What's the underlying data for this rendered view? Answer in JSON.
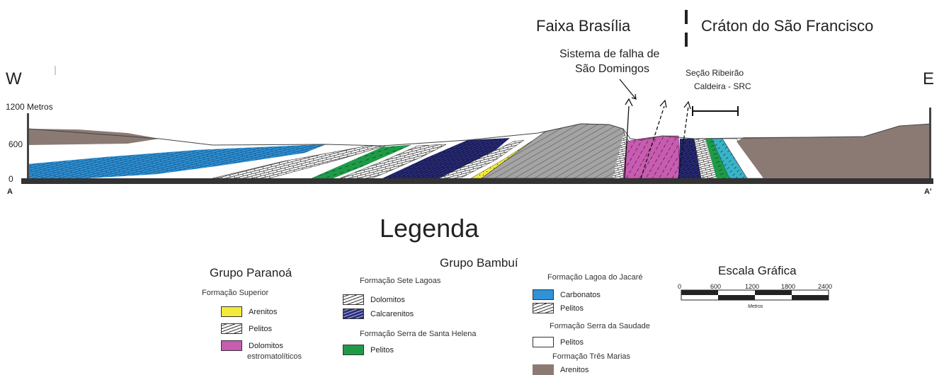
{
  "section": {
    "direction_west": "W",
    "direction_east": "E",
    "scale_top": "1200 Metros",
    "scale_mid": "600",
    "scale_zero": "0",
    "point_a": "A",
    "point_a_prime": "A'",
    "domain_west": "Faixa Brasília",
    "domain_east": "Cráton do São Francisco",
    "fault_label_line1": "Sistema de falha de",
    "fault_label_line2": "São Domingos",
    "src_label_line1": "Seção Ribeirão",
    "src_label_line2": "Caldeira - SRC"
  },
  "colors": {
    "arenito_paranoa": "#f3ea3a",
    "dolomito_estromatolitico": "#c75cb0",
    "calcarenito": "#2a2d7d",
    "carbonato": "#2f93d8",
    "pelito_serra_santa_helena": "#1f9b48",
    "arenito_tres_marias": "#8b7a74",
    "dolomito_grey": "#a4a4a4",
    "base": "#333333"
  },
  "legend": {
    "title": "Legenda",
    "grupo_paranoa": {
      "title": "Grupo Paranoá",
      "formacao": "Formação Superior",
      "items": [
        "Arenitos",
        "Pelitos",
        "Dolomitos",
        "estromatolíticos"
      ]
    },
    "grupo_bambui": {
      "title": "Grupo Bambuí",
      "sete_lagoas": {
        "title": "Formação Sete Lagoas",
        "items": [
          "Dolomitos",
          "Calcarenitos"
        ]
      },
      "serra_santa_helena": {
        "title": "Formação Serra de Santa Helena",
        "items": [
          "Pelitos"
        ]
      },
      "lagoa_do_jacare": {
        "title": "Formação Lagoa do Jacaré",
        "items": [
          "Carbonatos",
          "Pelitos"
        ]
      },
      "serra_da_saudade": {
        "title": "Formação Serra da Saudade",
        "items": [
          "Pelitos"
        ]
      },
      "tres_marias": {
        "title": "Formação Três Marias",
        "items": [
          "Arenitos"
        ]
      }
    },
    "escala": {
      "title": "Escala Gráfica",
      "ticks": [
        "0",
        "600",
        "1200",
        "1800",
        "2400"
      ],
      "unit": "Metros"
    }
  }
}
